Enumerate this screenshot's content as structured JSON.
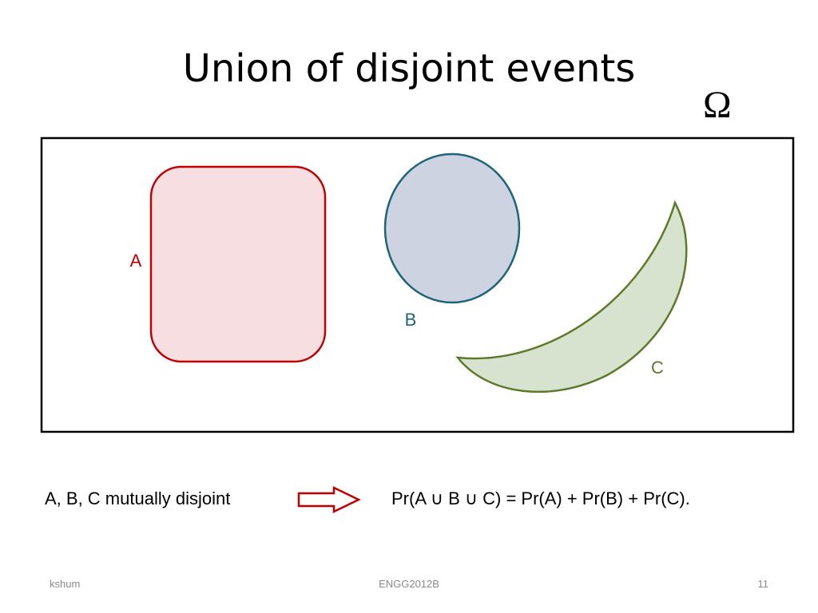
{
  "slide": {
    "title": "Union of disjoint events",
    "sample_space_label": "Ω"
  },
  "events": {
    "a": {
      "label": "A",
      "stroke": "#c00000",
      "fill": "#f7dfe1"
    },
    "b": {
      "label": "B",
      "stroke": "#1f6478",
      "fill": "#cdd3e1"
    },
    "c": {
      "label": "C",
      "stroke": "#5c7a2a",
      "fill": "#d7e3cf"
    }
  },
  "statement": "A, B, C mutually disjoint",
  "formula": "Pr(A ∪ B ∪ C) = Pr(A) + Pr(B) + Pr(C).",
  "arrow": {
    "stroke": "#c00000",
    "fill": "#ffffff"
  },
  "footer": {
    "author": "kshum",
    "course": "ENGG2012B",
    "page": "11"
  }
}
